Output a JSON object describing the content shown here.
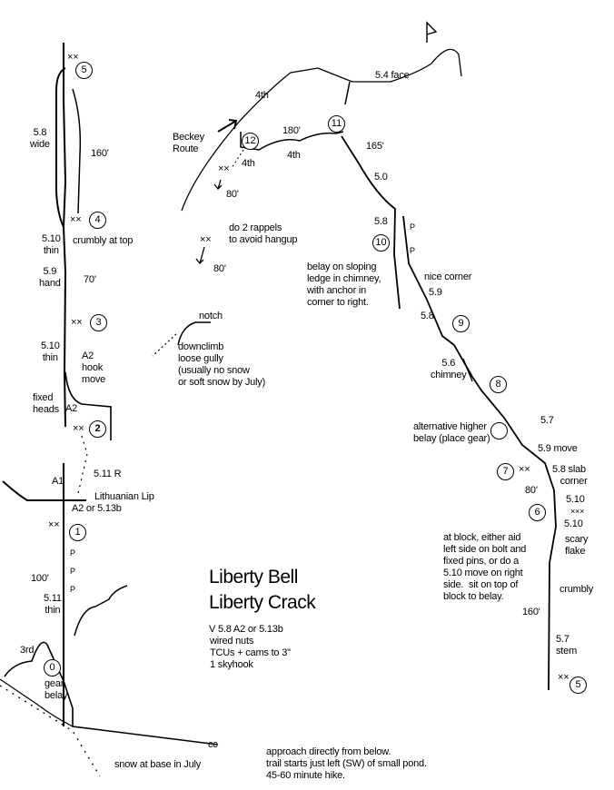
{
  "title": {
    "line1": "Liberty Bell",
    "line2": "Liberty Crack"
  },
  "gear": [
    "V 5.8 A2 or 5.13b",
    "wired nuts",
    "TCUs + cams to 3\"",
    "1 skyhook"
  ],
  "approach": [
    "approach directly from below.",
    "trail starts just left (SW) of small pond.",
    "45-60 minute hike."
  ],
  "belays": [
    "5",
    "4",
    "3",
    "2",
    "1",
    "0",
    "12",
    "11",
    "10",
    "9",
    "8",
    "7",
    "6",
    "5"
  ],
  "left_labels": {
    "p5_grade": "5.8\nwide",
    "p5_len": "160'",
    "p4_grade": "5.10\nthin",
    "p4_note": "crumbly at top",
    "p3a_grade": "5.9\nhand",
    "p3_len": "70'",
    "p3_grade": "5.10\nthin",
    "hook": "A2\nhook\nmove",
    "fixed": "fixed\nheads",
    "a2": "A2",
    "r511": "5.11 R",
    "a1": "A1",
    "lip": "Lithuanian Lip",
    "a2or": "A2 or 5.13b",
    "p1_len": "100'",
    "p1_grade": "5.11\nthin",
    "third": "3rd",
    "gear_belay": "gear\nbelay",
    "cc": "cc",
    "snow": "snow at base in July",
    "bolts": "××",
    "pins": "P"
  },
  "top_labels": {
    "fourth_a": "4th",
    "beckey": "Beckey\nRoute",
    "len180": "180'",
    "fourth_b": "4th",
    "fourth_c": "4th",
    "rap80a": "80'",
    "rappels": "do 2 rappels\nto avoid hangup",
    "rap80b": "80'",
    "notch": "notch",
    "downclimb": "downclimb\nloose gully\n(usually no snow\nor soft snow by July)",
    "face": "5.4 face"
  },
  "right_labels": {
    "len165": "165'",
    "g50": "5.0",
    "g58a": "5.8",
    "p": "P",
    "belay10": "belay on sloping\nledge in chimney,\nwith anchor in\ncorner to right.",
    "nice": "nice corner",
    "g59": "5.9",
    "g58b": "5.8",
    "chimney": "5.6\nchimney",
    "alt": "alternative higher\nbelay (place gear)",
    "g57": "5.7",
    "move59": "5.9 move",
    "slab": "5.8 slab\n   corner",
    "len80": "80'",
    "g510a": "5.10",
    "xxx": "×××",
    "g510b": "5.10",
    "flake": "scary\nflake",
    "block": "at block, either aid\nleft side on bolt and\nfixed pins, or do a\n5.10 move on right\nside.  sit on top of\nblock to belay.",
    "crumbly": "crumbly",
    "len160": "160'",
    "stem": "5.7\nstem"
  }
}
